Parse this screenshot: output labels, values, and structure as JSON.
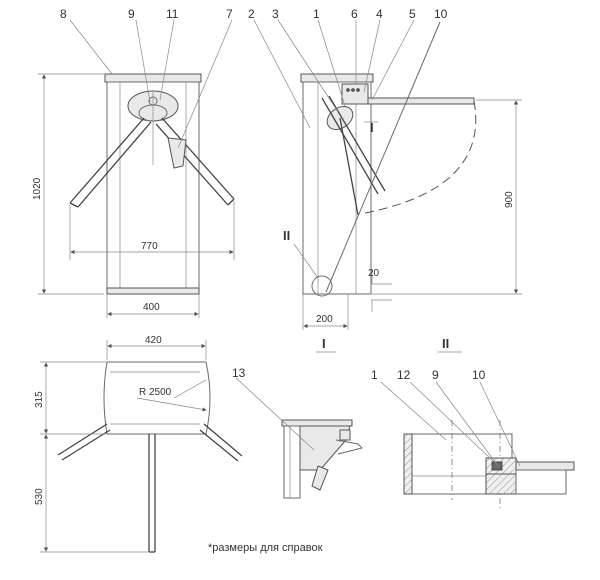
{
  "callouts": {
    "front": [
      "8",
      "9",
      "11",
      "7"
    ],
    "side": [
      "2",
      "3",
      "1",
      "6",
      "4",
      "5",
      "10"
    ],
    "section_one": [
      "13"
    ],
    "section_two": [
      "1",
      "12",
      "9",
      "10"
    ]
  },
  "dimensions": {
    "height_total": "1020",
    "arm_span": "770",
    "base_width": "400",
    "side_height": "900",
    "side_gap": "20",
    "side_base": "200",
    "top_width": "420",
    "top_depth": "315",
    "radius": "R 2500",
    "plan_stand": "530"
  },
  "view_labels": {
    "detail_one": "I",
    "detail_two": "II",
    "section_one": "I",
    "section_two": "II"
  },
  "footnote": "*размеры для справок"
}
